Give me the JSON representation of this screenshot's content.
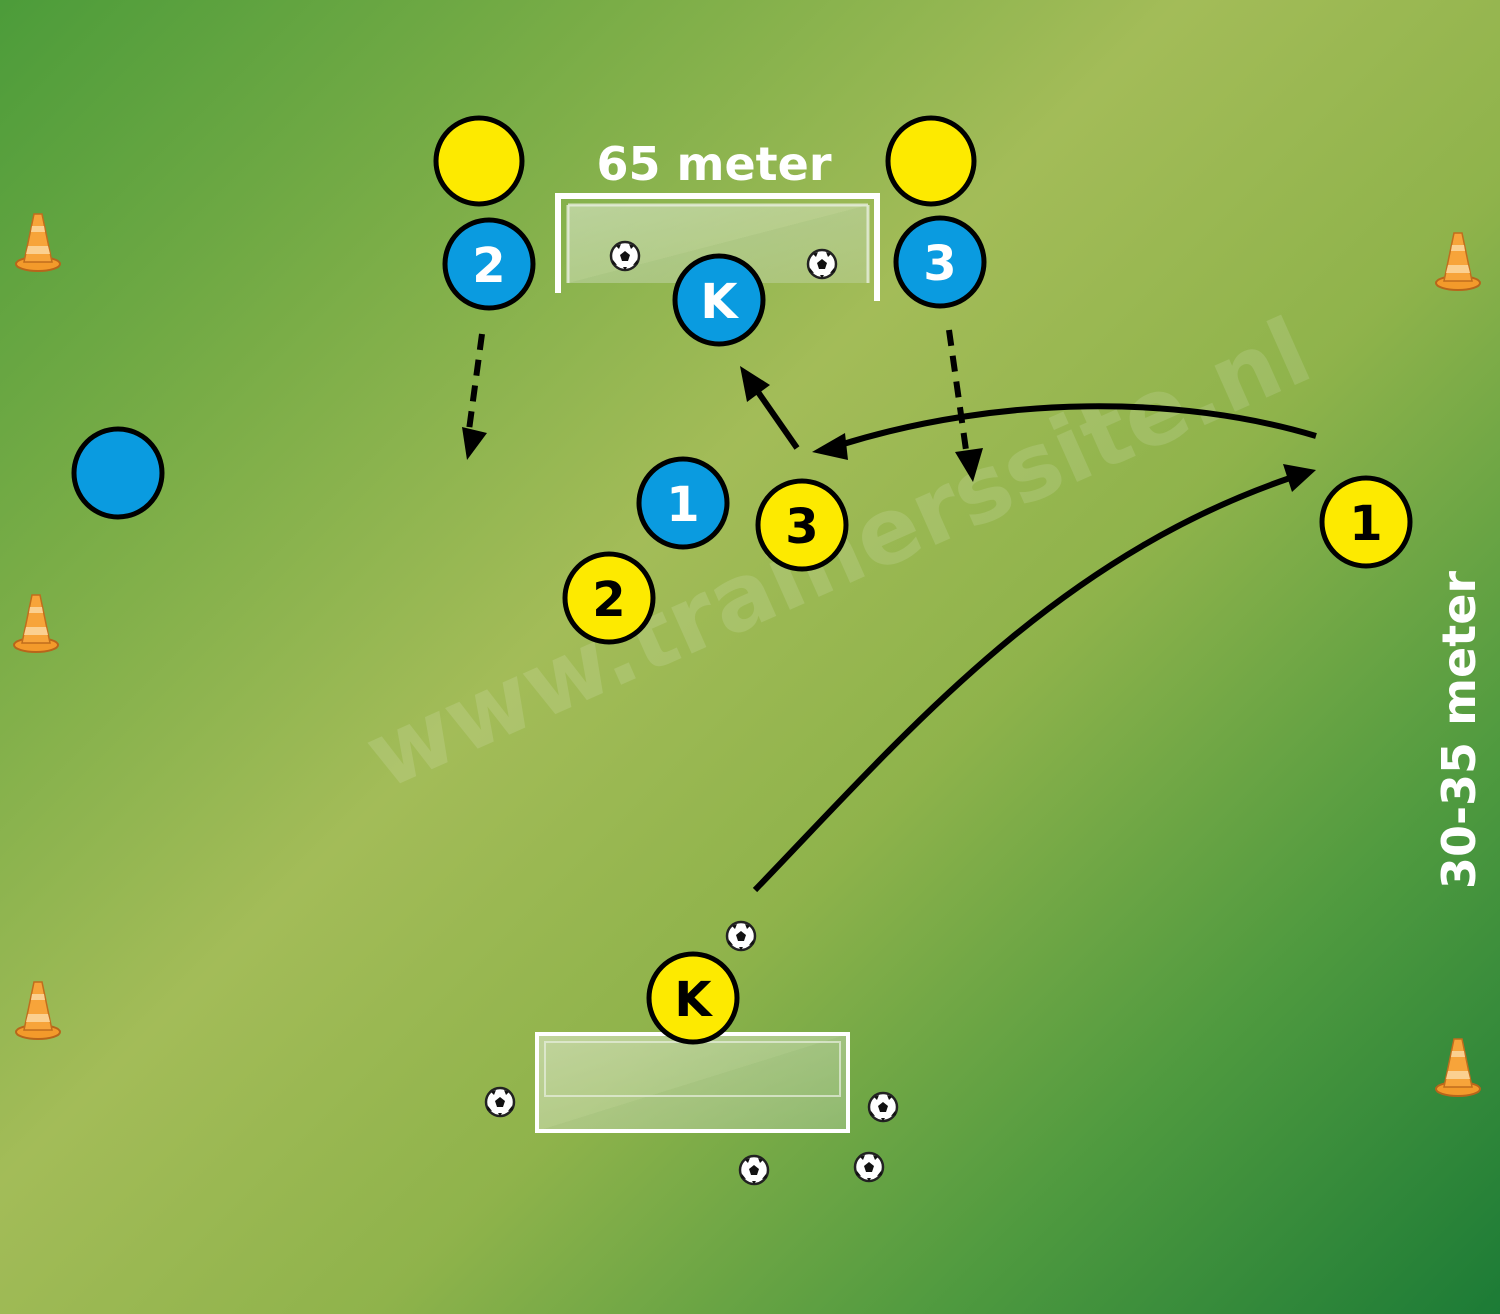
{
  "labels": {
    "width": "65 meter",
    "length": "30-35 meter",
    "watermark": "www.trainerssite.nl"
  },
  "colors": {
    "blue": "#0a9be0",
    "yellow": "#fdea00",
    "cone": "#f39a2b",
    "outline": "#000000",
    "text_dark": "#000000",
    "text_light": "#ffffff"
  },
  "players": {
    "blue_2": "2",
    "blue_3": "3",
    "blue_keeper": "K",
    "blue_1": "1",
    "yellow_3": "3",
    "yellow_2": "2",
    "yellow_1": "1",
    "yellow_keeper": "K"
  },
  "icons": [
    "cone-icon",
    "ball-icon",
    "goal-icon"
  ]
}
